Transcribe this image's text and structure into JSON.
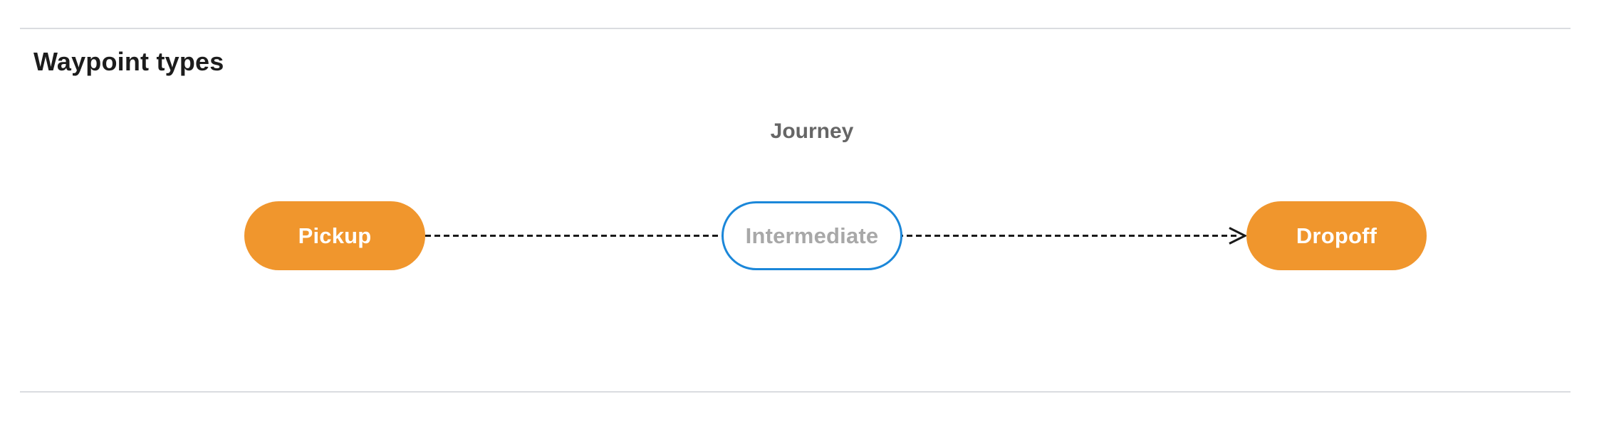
{
  "page": {
    "title": "Waypoint types"
  },
  "diagram": {
    "label": "Journey",
    "nodes": [
      {
        "id": "pickup",
        "label": "Pickup",
        "type": "terminal"
      },
      {
        "id": "intermediate",
        "label": "Intermediate",
        "type": "intermediate"
      },
      {
        "id": "dropoff",
        "label": "Dropoff",
        "type": "terminal"
      }
    ],
    "connector": {
      "style": "dashed-arrow",
      "from": "pickup",
      "to": "dropoff",
      "arrowhead": "open-chevron-at-dropoff"
    },
    "colors": {
      "terminal_fill": "#F0962D",
      "terminal_text": "#FFFFFF",
      "intermediate_border": "#1B87D9",
      "intermediate_text": "#A8A8A8",
      "connector": "#1A1A1A",
      "journey_label": "#666666",
      "heading": "#1C1C1C",
      "divider": "#DADCE0"
    }
  }
}
